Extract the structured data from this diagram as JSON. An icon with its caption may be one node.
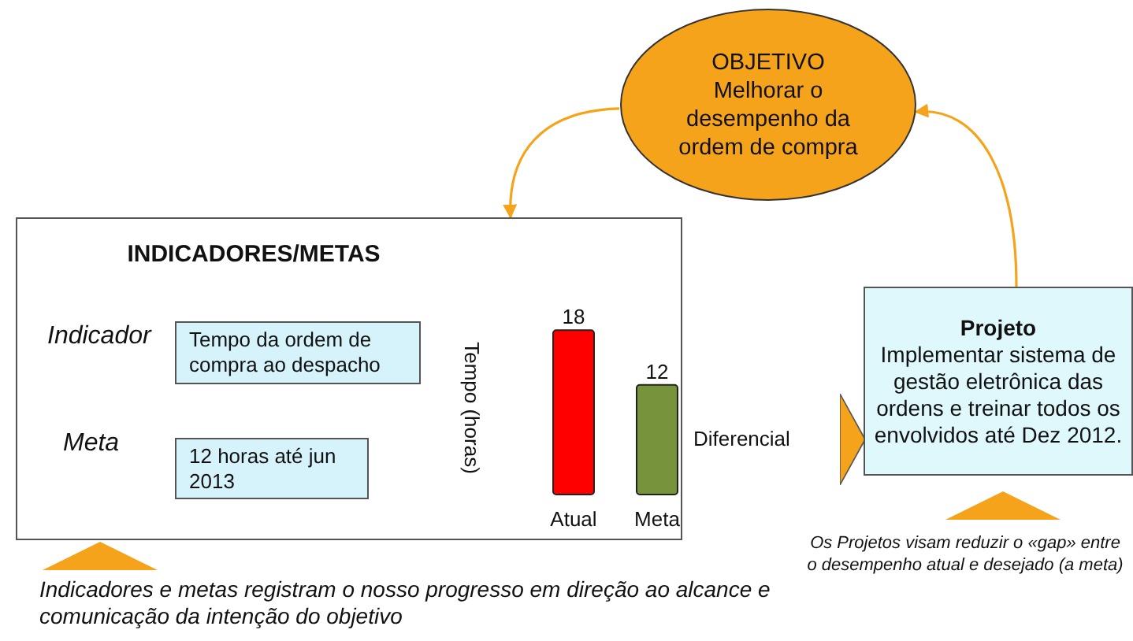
{
  "diagram": {
    "nodes": [
      {
        "text": [
          "OBJETIVO",
          "Melhorar o desempenho da ordem de compra"
        ]
      },
      {
        "text": [
          "INDICADORES/METAS"
        ],
        "beside": [
          "Indicadores e metas registram o nosso progresso em direção ao alcance e comunicação da intenção do objetivo"
        ]
      },
      {
        "text": [
          "Tempo da ordem de compra ao despacho"
        ],
        "in": 1,
        "beside": [
          "Indicador"
        ]
      },
      {
        "text": [
          "12 horas até jun 2013"
        ],
        "in": 1,
        "beside": [
          "Meta"
        ]
      },
      {
        "text": [
          "Projeto",
          "Implementar sistema de gestão eletrônica das ordens e treinar todos os envolvidos até Dez 2012."
        ],
        "beside": [
          "Os Projetos visam reduzir o «gap» entre o desempenho atual e desejado (a meta)"
        ]
      },
      {
        "text": [
          "Diferencial"
        ]
      }
    ],
    "edges": [
      {
        "from": 0,
        "to": 1,
        "arrow": "to"
      },
      {
        "from": 4,
        "to": 0,
        "arrow": "to"
      },
      {
        "from": 5,
        "to": 4,
        "arrow": "to"
      }
    ],
    "chart_data": {
      "type": "bar",
      "ylabel": "Tempo (horas)",
      "categories": [
        "Atual",
        "Meta"
      ],
      "series": [
        {
          "color": "#ff0000",
          "values": [
            18,
            null
          ]
        },
        {
          "color": "#77933c",
          "values": [
            null,
            12
          ]
        }
      ],
      "data_labels": true
    }
  }
}
